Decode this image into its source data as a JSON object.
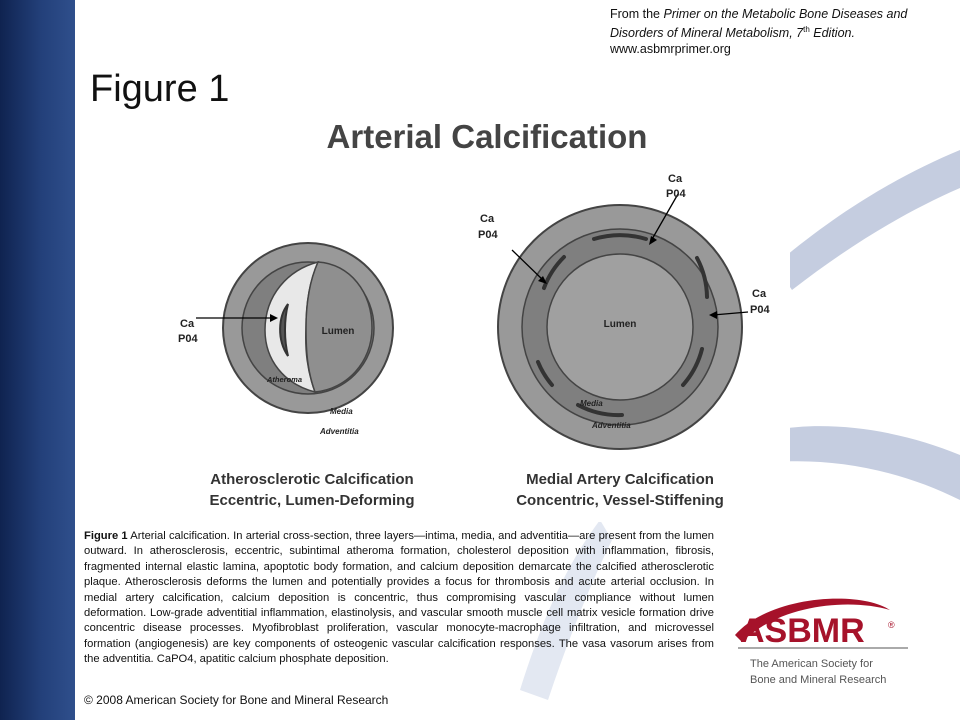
{
  "source": {
    "prefix": "From the ",
    "book_title": "Primer on the Metabolic Bone Diseases and Disorders of Mineral Metabolism, 7",
    "edition_sup": "th",
    "edition_suffix": " Edition.",
    "url": "www.asbmrprimer.org"
  },
  "figure_title": "Figure 1",
  "diagram": {
    "heading": "Arterial Calcification",
    "left": {
      "ca": "Ca",
      "po4": "P04",
      "lumen": "Lumen",
      "atheroma": "Atheroma",
      "media": "Media",
      "adventitia": "Adventitia",
      "caption_line1": "Atherosclerotic Calcification",
      "caption_line2": "Eccentric, Lumen-Deforming"
    },
    "right": {
      "ca": "Ca",
      "po4": "P04",
      "lumen": "Lumen",
      "media": "Media",
      "adventitia": "Adventitia",
      "caption_line1": "Medial Artery Calcification",
      "caption_line2": "Concentric, Vessel-Stiffening"
    }
  },
  "caption": {
    "label": "Figure 1",
    "text": " Arterial calcification. In arterial cross-section, three layers—intima, media, and adventitia—are present from the lumen outward. In atherosclerosis, eccentric, subintimal atheroma formation, cholesterol deposition with inflammation, fibrosis, fragmented internal elastic lamina, apoptotic body formation, and calcium deposition demarcate the calcified atherosclerotic plaque. Atherosclerosis deforms the lumen and potentially provides a focus for thrombosis and acute arterial occlusion. In medial artery calcification, calcium deposition is concentric, thus compromising vascular compliance without lumen deformation. Low-grade adventitial inflammation, elastinolysis, and vascular smooth muscle cell matrix vesicle formation drive concentric disease processes. Myofibroblast proliferation, vascular monocyte-macrophage infiltration, and microvessel formation (angiogenesis) are key components of osteogenic vascular calcification responses. The vasa vasorum arises from the adventitia. CaPO4, apatitic calcium phosphate deposition."
  },
  "copyright": "© 2008 American Society for Bone and Mineral Research",
  "logo": {
    "name": "ASBMR",
    "reg": "®",
    "tagline1": "The American Society for",
    "tagline2": "Bone and Mineral Research"
  },
  "colors": {
    "sidebar": "#1b3366",
    "brand_red": "#a6122a",
    "deco_blue": "#c5cde0"
  }
}
